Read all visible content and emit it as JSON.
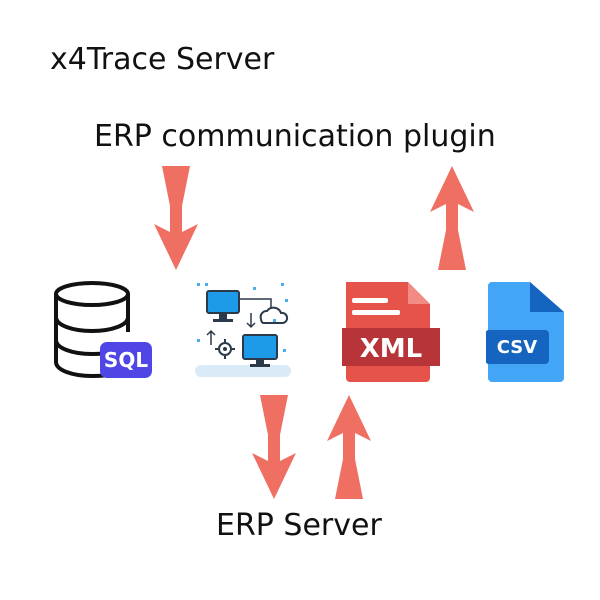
{
  "labels": {
    "top_title": "x4Trace Server",
    "plugin_title": "ERP communication plugin",
    "bottom_title": "ERP Server"
  },
  "icons": {
    "database": {
      "name": "database-sql-icon",
      "badge": "SQL",
      "badge_color": "#4f46e5"
    },
    "network": {
      "name": "computer-network-icon",
      "accent": "#1e9be8"
    },
    "xml": {
      "name": "xml-file-icon",
      "badge": "XML",
      "color": "#e5534b",
      "band_color": "#b73438"
    },
    "csv": {
      "name": "csv-file-icon",
      "badge": "CSV",
      "color": "#42a5f5",
      "band_color": "#1565c0"
    }
  },
  "colors": {
    "arrow": "#ef6f62"
  }
}
